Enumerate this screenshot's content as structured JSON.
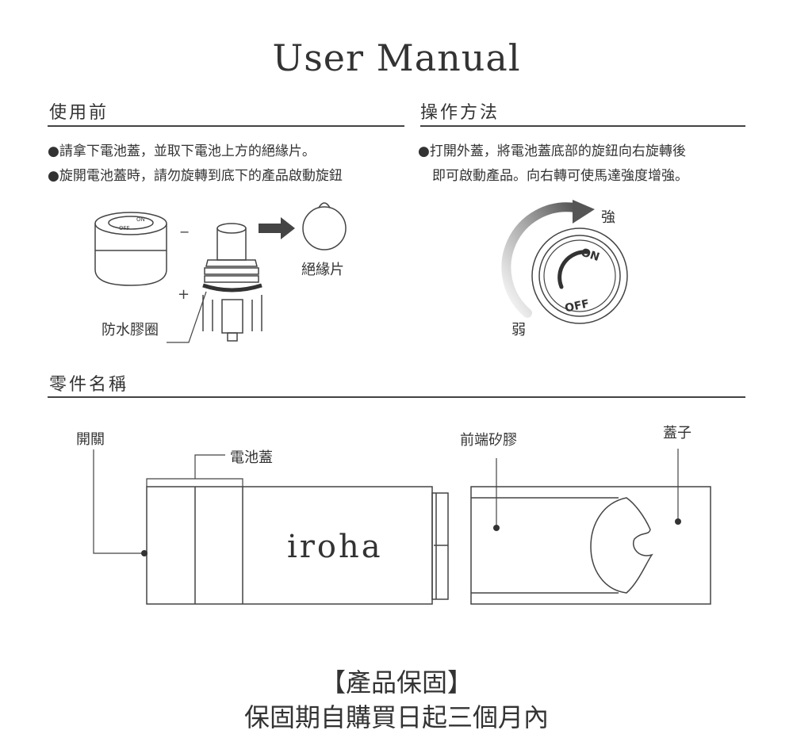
{
  "title": "User Manual",
  "before_use": {
    "heading": "使用前",
    "bullets": [
      "●請拿下電池蓋，並取下電池上方的絕緣片。",
      "●旋開電池蓋時，請勿旋轉到底下的產品啟動旋鈕"
    ],
    "cap_on": "ON",
    "cap_off": "OFF",
    "minus": "−",
    "plus": "+",
    "insulation_label": "絕緣片",
    "oring_label": "防水膠圈"
  },
  "operation": {
    "heading": "操作方法",
    "lines": [
      "●打開外蓋，將電池蓋底部的旋鈕向右旋轉後",
      "即可啟動產品。向右轉可使馬達強度增強。"
    ],
    "strong_label": "強",
    "weak_label": "弱",
    "dial_on": "ON",
    "dial_off": "OFF"
  },
  "parts": {
    "heading": "零件名稱",
    "switch_label": "開關",
    "battery_cover_label": "電池蓋",
    "tip_label": "前端矽膠",
    "cap_label": "蓋子",
    "brand": "iroha"
  },
  "warranty": {
    "title": "【產品保固】",
    "text": "保固期自購買日起三個月內"
  }
}
